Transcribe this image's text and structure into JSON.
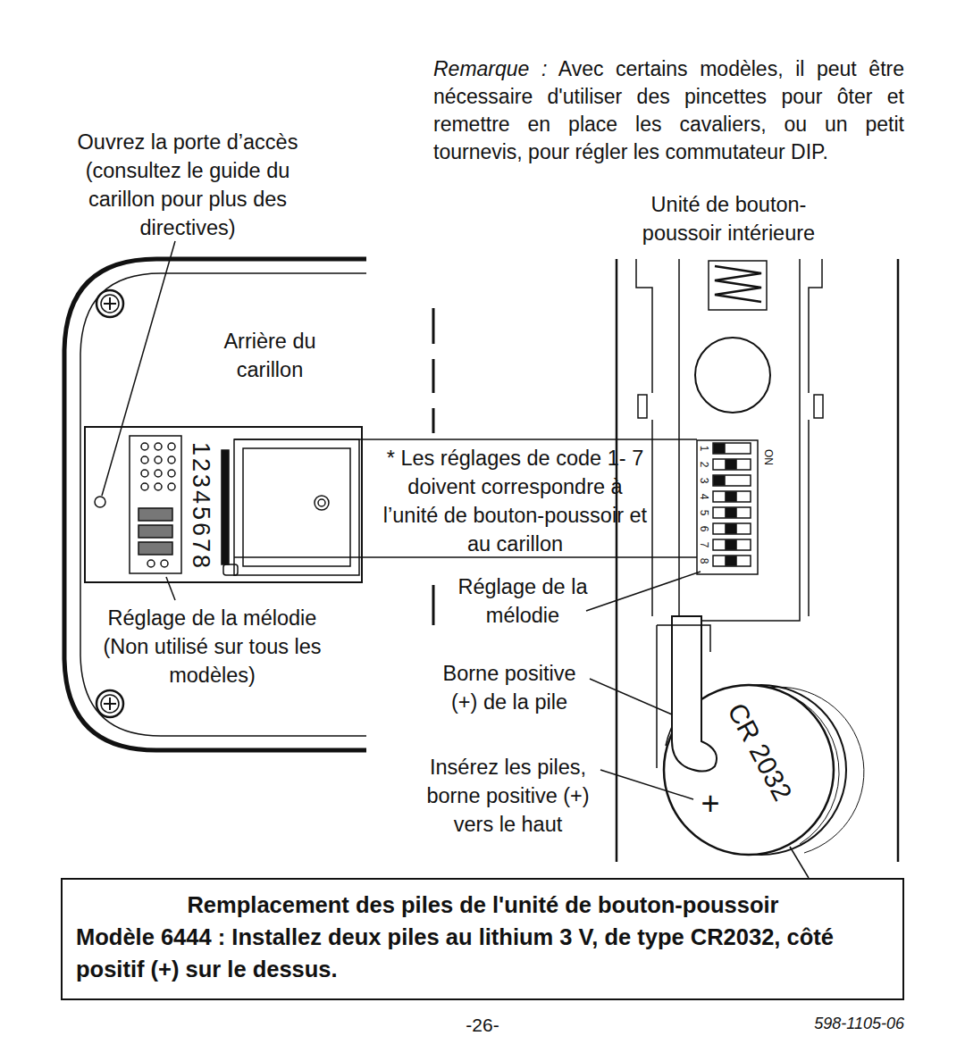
{
  "diagram": {
    "nodes": [
      {
        "text": [
          "Remplacement des piles de l'unité de bouton-poussoir",
          "Modèle 6444 : Installez deux piles au lithium 3 V, de type CR2032, côté positif (+) sur le dessus."
        ]
      }
    ],
    "labels": [
      "Remarque :",
      "Avec certains modèles, il peut être nécessaire d'utiliser des pincettes pour ôter et remettre en place les cavaliers, ou un petit tournevis, pour régler les commutateur DIP.",
      "Ouvrez la porte d’accès (consultez le guide du carillon pour plus des directives)",
      "Unité de bouton- poussoir intérieure",
      "Arrière du carillon",
      "12345678",
      "ON",
      "1",
      "2",
      "3",
      "4",
      "5",
      "6",
      "7",
      "8",
      "* Les réglages de code 1- 7 doivent correspondre à l’unité de bouton-poussoir et au carillon",
      "Réglage de la mélodie",
      "Réglage de la mélodie (Non utilisé sur tous les modèles)",
      "Borne positive (+) de la pile",
      "Insérez les piles, borne positive (+) vers le haut",
      "CR 2032",
      "+",
      "-26-",
      "598-1105-06"
    ]
  }
}
